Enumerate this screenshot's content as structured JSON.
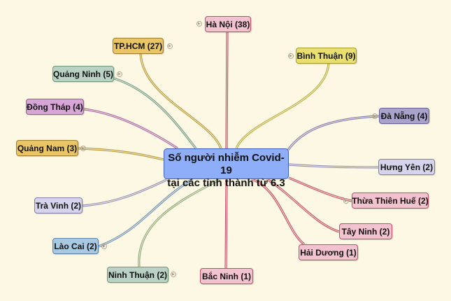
{
  "center": {
    "line1": "Số người nhiễm Covid-19",
    "line2": "tại các tỉnh thành từ 6.3"
  },
  "nodes": [
    {
      "id": "ha-noi",
      "label": "Hà Nội (38)",
      "fill": "#f2c2cf",
      "border": "#c44d6c",
      "link": "#c84a68",
      "has_marker": true
    },
    {
      "id": "tphcm",
      "label": "TP.HCM (27)",
      "fill": "#e9c566",
      "border": "#a07d2c",
      "link": "#b89a38",
      "has_marker": true
    },
    {
      "id": "binh-thuan",
      "label": "Bình Thuận (9)",
      "fill": "#e8df6e",
      "border": "#a89a30",
      "link": "#bcb040",
      "has_marker": true
    },
    {
      "id": "quang-ninh",
      "label": "Quảng Ninh (5)",
      "fill": "#b9d2c4",
      "border": "#6f9680",
      "link": "#6f9a88",
      "has_marker": true
    },
    {
      "id": "dong-thap",
      "label": "Đồng Tháp (4)",
      "fill": "#d7a6d6",
      "border": "#9a5c98",
      "link": "#a862a6",
      "has_marker": false
    },
    {
      "id": "da-nang",
      "label": "Đà Nẵng (4)",
      "fill": "#a9a3cb",
      "border": "#6a6296",
      "link": "#8078b0",
      "has_marker": true
    },
    {
      "id": "quang-nam",
      "label": "Quảng Nam (3)",
      "fill": "#e9c566",
      "border": "#a07d2c",
      "link": "#b89a38",
      "has_marker": true
    },
    {
      "id": "hung-yen",
      "label": "Hưng Yên (2)",
      "fill": "#d6d4ec",
      "border": "#8480a8",
      "link": "#9490b8",
      "has_marker": false
    },
    {
      "id": "thua-thien-hue",
      "label": "Thừa Thiên Huế (2)",
      "fill": "#f2c2cf",
      "border": "#c44d6c",
      "link": "#c84a68",
      "has_marker": true
    },
    {
      "id": "tra-vinh",
      "label": "Trà Vinh (2)",
      "fill": "#d6d4ec",
      "border": "#8480a8",
      "link": "#9490b8",
      "has_marker": false
    },
    {
      "id": "tay-ninh",
      "label": "Tây Ninh (2)",
      "fill": "#f2c2cf",
      "border": "#c44d6c",
      "link": "#c84a68",
      "has_marker": false
    },
    {
      "id": "hai-duong",
      "label": "Hải Dương (1)",
      "fill": "#f2c2cf",
      "border": "#c44d6c",
      "link": "#c84a68",
      "has_marker": false
    },
    {
      "id": "lao-cai",
      "label": "Lào Cai (2)",
      "fill": "#a9c9e2",
      "border": "#5a84a8",
      "link": "#6a90b8",
      "has_marker": true
    },
    {
      "id": "ninh-thuan",
      "label": "Ninh Thuận (2)",
      "fill": "#b9d2c4",
      "border": "#6f9680",
      "link": "#8aa878",
      "has_marker": true
    },
    {
      "id": "bac-ninh",
      "label": "Bắc Ninh (1)",
      "fill": "#f2c2cf",
      "border": "#c44d6c",
      "link": "#c84a68",
      "has_marker": false
    }
  ],
  "background": "#fdf8e3"
}
